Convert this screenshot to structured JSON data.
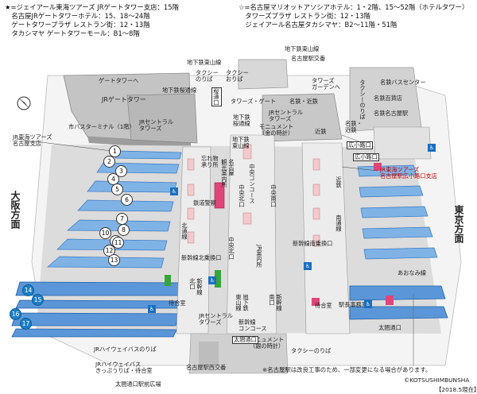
{
  "legend_left": [
    "★=ジェイアール東海ツアーズ JRゲートタワー支店：15階",
    "　名古屋JRゲートタワーホテル：15、18〜24階",
    "　ゲートタワープラザ レストラン街：12・13階",
    "　タカシマヤ ゲートタワーモール：B1〜8階"
  ],
  "legend_right": [
    "☆=名古屋マリオットアソシアホテル：1・2階、15〜52階（ホテルタワー）",
    "　タワーズプラザ レストラン街：12・13階",
    "　ジェイアール名古屋タカシマヤ：B2〜11階・51階"
  ],
  "directions": {
    "west": "大阪方面",
    "east": "東京方面"
  },
  "platform_numbers": [
    "1",
    "2",
    "3",
    "4",
    "5",
    "6",
    "7",
    "8",
    "9",
    "10",
    "11",
    "12",
    "13",
    "14",
    "15",
    "16",
    "17"
  ],
  "labels": {
    "gate_tower_arrow": "ゲートタワーへ",
    "jr_gate_tower": "JRゲートタワー",
    "jr_tokai_tours_left": "JR東海ツアーズ\n名古屋支店",
    "bus_terminal": "市バスターミナル（1階）",
    "jr_central_towers_left": "JRセントラル\nタワーズ",
    "subway_higashiyama_1": "地下鉄東山線",
    "taxi_pickup_1": "タクシー\nのりば",
    "taxi_dropoff": "タクシー\nおりば",
    "subway_sakuradori_1": "地下鉄桜通線",
    "subway_higashiyama_2": "地下鉄東山線",
    "nagoya_station_police": "名古屋駅交番",
    "towers_garden": "タワーズ\nガーデンへ",
    "meitetsu_bus_center": "名鉄バスセンター",
    "taxi_pickup_2": "タクシーのりば",
    "meitetsu_dept": "名鉄百貨店",
    "meitetsu_station": "名鉄名古屋駅",
    "sakuradori_gate": "桜通口",
    "towers_gate": "タワーズ・ゲート",
    "meitetsu_kintetsu": "名鉄・近鉄",
    "jr_central_towers_center": "JRセントラル\nタワーズ",
    "subway_sakuradori_2": "地下鉄\n桜通線",
    "monument_gold": "モニュメント\n（金の時計）",
    "kintetsu_1": "近鉄",
    "meitetsu_kintetsu_2": "名鉄・\n近鉄",
    "hirokoji_gate": "広小路口",
    "subway_higashiyama_3": "地下鉄\n東山線",
    "lost_found": "忘れ物\n承り所",
    "central_corridor": "中央コンコース",
    "nagoya_tourist_info": "名古屋\n観光案内所",
    "jr_tokai_tours_right": "JR東海ツアーズ\n名古屋駅広小路口支店",
    "hirokoji_gate_2": "広小路口",
    "kintetsu_2": "近鉄",
    "railway_police": "鉄道警察",
    "central_north_gate": "中央北口",
    "central_south_gate": "中央南口",
    "minami_dori": "南通線",
    "north_corridor": "北通線",
    "shinkansen_north_transfer": "新幹線北乗換口",
    "shinkansen_south_transfer": "新幹線南乗換口",
    "jr_info": "JR案内所",
    "aonami_line": "あおなみ線",
    "central_north_2": "中央北口",
    "shinkansen_north_2": "新幹線\n北口",
    "waiting_room_1": "待合室",
    "subway_higashiyama_4": "地下鉄\n東山線",
    "shinkansen_corridor": "新幹線\nコンコース",
    "waiting_room_2": "待合室",
    "station_office": "駅長事務室",
    "jr_central_towers_bottom": "JRセントラル\nタワーズ",
    "shinkansen_south": "新幹線\n南口",
    "taiko_gate_1": "太閤通口",
    "monument_silver": "モニュメント\n（銀の時計）",
    "taiko_gate_2": "太閤通口",
    "taxi_pickup_3": "タクシーのりば",
    "highway_bus": "JRハイウェイバスのりば",
    "highway_bus_ticket": "JRハイウェイバス\nきっぷうりば・待合室",
    "taiko_station_square": "太閤通口駅前広場",
    "nishi_police": "名古屋駅西交番",
    "note": "※名古屋駅は改良工事のため、一部変更になる場合があります。",
    "copyright": "©KOTSUSHIMBUNSHA",
    "date": "【2018.5現在】"
  },
  "colors": {
    "platform": "#7fb3e6",
    "platform_dark": "#3a78c2",
    "track_bed": "#d9d9d9",
    "building": "#c6c6c6",
    "building_dark": "#9a9a9a",
    "concourse": "#ebebeb",
    "stair": "#f2c9cc",
    "pink_block": "#e0457a",
    "green": "#37a63a",
    "roof": "#b6b6b6"
  }
}
